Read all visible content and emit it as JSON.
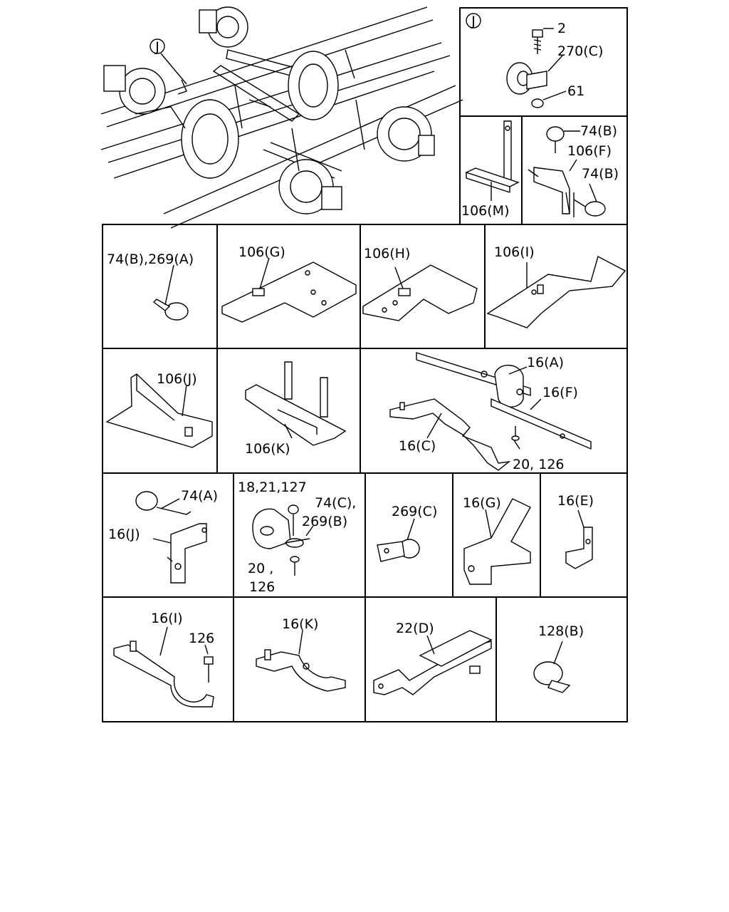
{
  "callout_j": "J",
  "labels": {
    "p2": "2",
    "p270c": "270(C)",
    "p61": "61",
    "p74b_top": "74(B)",
    "p106f": "106(F)",
    "p74b_bot": "74(B)",
    "p106m": "106(M)",
    "p74b269a": "74(B),269(A)",
    "p106g": "106(G)",
    "p106h": "106(H)",
    "p106i": "106(I)",
    "p106j": "106(J)",
    "p106k": "106(K)",
    "p16a": "16(A)",
    "p16f": "16(F)",
    "p16c": "16(C)",
    "p20_126_a": "20, 126",
    "p74a": "74(A)",
    "p16j": "16(J)",
    "p18_21_127": "18,21,127",
    "p74c": "74(C),",
    "p269b": "269(B)",
    "p20b": "20 ,",
    "p126b": "126",
    "p269c": "269(C)",
    "p16g": "16(G)",
    "p16e": "16(E)",
    "p16i": "16(I)",
    "p126c": "126",
    "p16k": "16(K)",
    "p22d": "22(D)",
    "p128b": "128(B)"
  }
}
